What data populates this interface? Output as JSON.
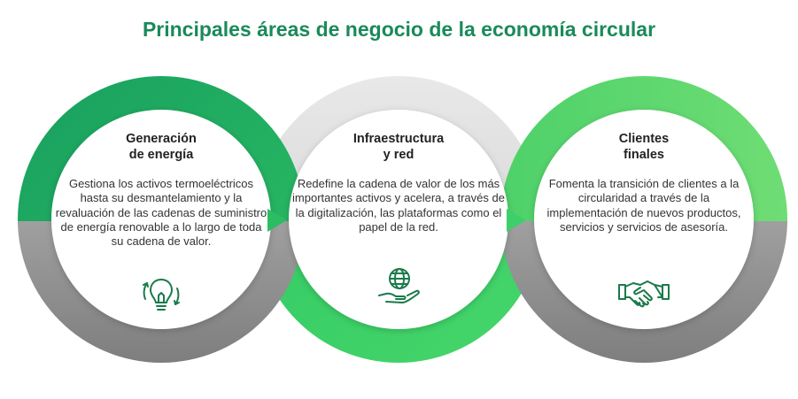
{
  "title": "Principales áreas de negocio de la economía circular",
  "colors": {
    "title": "#1a8a5a",
    "green_dark": "#1ea25a",
    "green_mid": "#3ccf6a",
    "green_light": "#6ddc73",
    "gray_light": "#dcdcdc",
    "gray_dark": "#8a8a8a",
    "icon": "#1a7a4a"
  },
  "areas": [
    {
      "heading_line1": "Generación",
      "heading_line2": "de energía",
      "body": "Gestiona los activos termoeléctricos hasta su desmantelamiento y la revaluación de las cadenas de suministro de energía renovable a lo largo de toda su cadena de valor.",
      "icon": "lightbulb-recycle-icon"
    },
    {
      "heading_line1": "Infraestructura",
      "heading_line2": "y red",
      "body": "Redefine la cadena de valor de los más importantes activos y acelera, a través de la digitalización, las plataformas como el papel de la red.",
      "icon": "globe-hand-icon"
    },
    {
      "heading_line1": "Clientes",
      "heading_line2": "finales",
      "body": "Fomenta la transición de clientes a la circularidad a través de la implementación de nuevos productos, servicios y servicios de asesoría.",
      "icon": "handshake-icon"
    }
  ]
}
